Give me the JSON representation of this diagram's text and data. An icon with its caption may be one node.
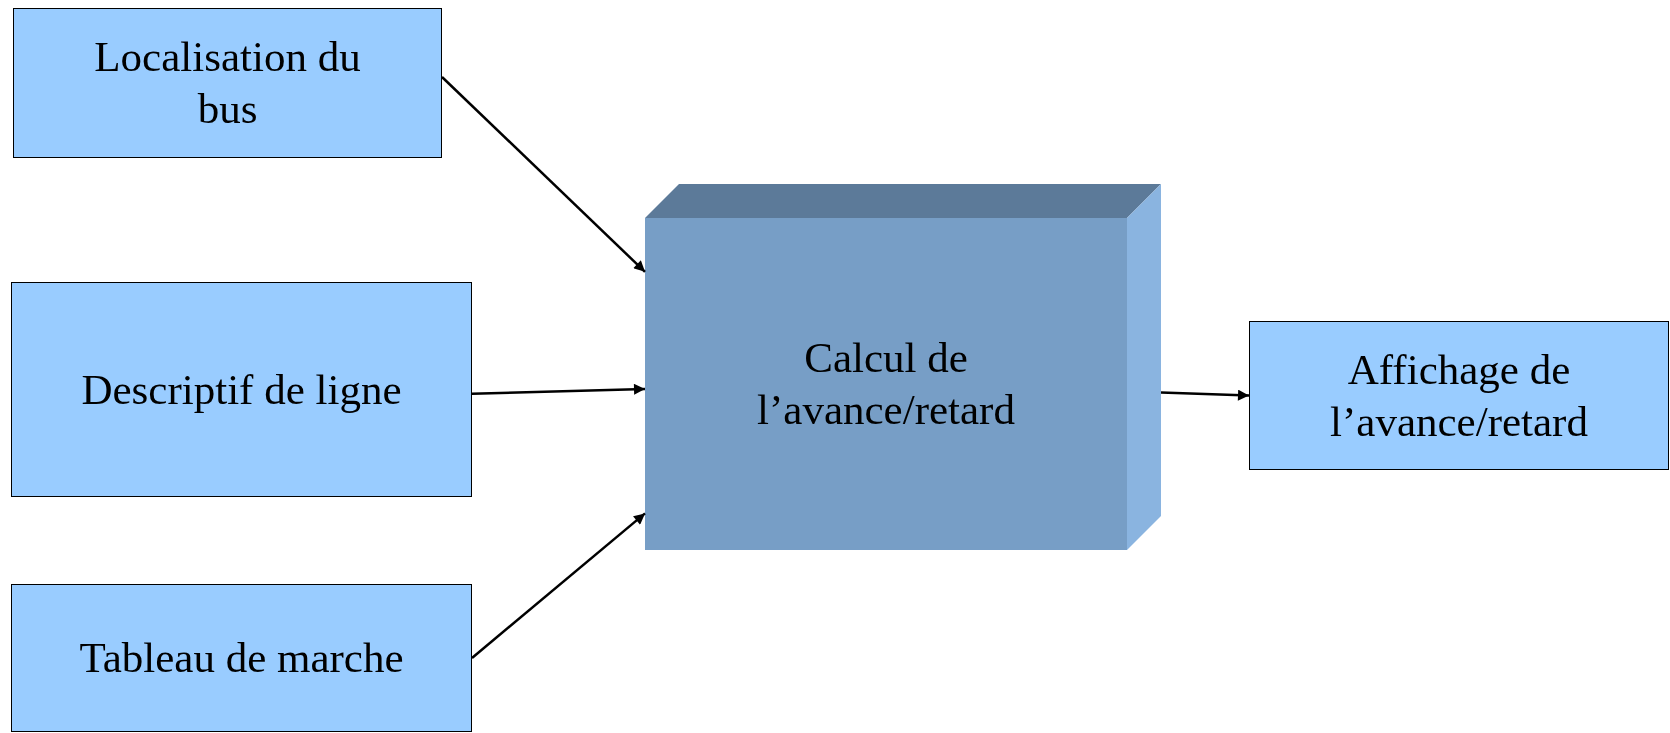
{
  "diagram": {
    "nodes": [
      {
        "text": [
          "Localisation du bus"
        ]
      },
      {
        "text": [
          "Descriptif de ligne"
        ]
      },
      {
        "text": [
          "Tableau de marche"
        ]
      },
      {
        "text": [
          "Calcul de l’avance/retard"
        ]
      },
      {
        "text": [
          "Affichage de l’avance/retard"
        ]
      }
    ],
    "edges": [
      {
        "from": 0,
        "to": 3,
        "arrow": "to"
      },
      {
        "from": 1,
        "to": 3,
        "arrow": "to"
      },
      {
        "from": 2,
        "to": 3,
        "arrow": "to"
      },
      {
        "from": 3,
        "to": 4,
        "arrow": "to"
      }
    ]
  }
}
